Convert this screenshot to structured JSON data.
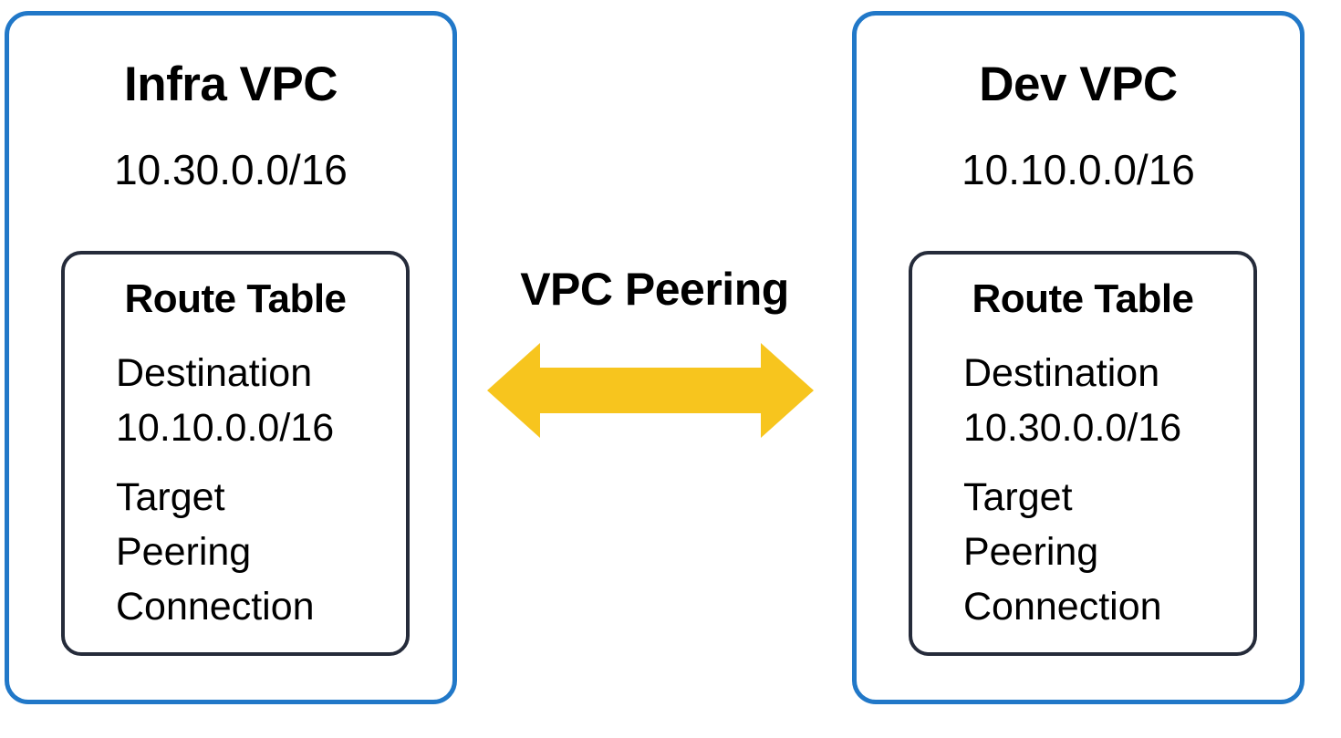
{
  "diagram": {
    "background_color": "#ffffff",
    "vpc_border_color": "#2178c8",
    "route_box_border_color": "#252b3a",
    "arrow_color": "#f7c51e",
    "text_color": "#000000"
  },
  "left_vpc": {
    "title": "Infra VPC",
    "cidr": "10.30.0.0/16",
    "route_table": {
      "title": "Route Table",
      "lines": [
        {
          "text": "Destination",
          "spaced": false
        },
        {
          "text": "10.10.0.0/16",
          "spaced": false
        },
        {
          "text": "Target",
          "spaced": true
        },
        {
          "text": "Peering",
          "spaced": false
        },
        {
          "text": "Connection",
          "spaced": false
        }
      ]
    }
  },
  "right_vpc": {
    "title": "Dev VPC",
    "cidr": "10.10.0.0/16",
    "route_table": {
      "title": "Route Table",
      "lines": [
        {
          "text": "Destination",
          "spaced": false
        },
        {
          "text": "10.30.0.0/16",
          "spaced": false
        },
        {
          "text": "Target",
          "spaced": true
        },
        {
          "text": "Peering",
          "spaced": false
        },
        {
          "text": "Connection",
          "spaced": false
        }
      ]
    }
  },
  "connection": {
    "label": "VPC Peering",
    "icon": "double-headed-horizontal-arrow-icon",
    "direction": "bidirectional"
  }
}
